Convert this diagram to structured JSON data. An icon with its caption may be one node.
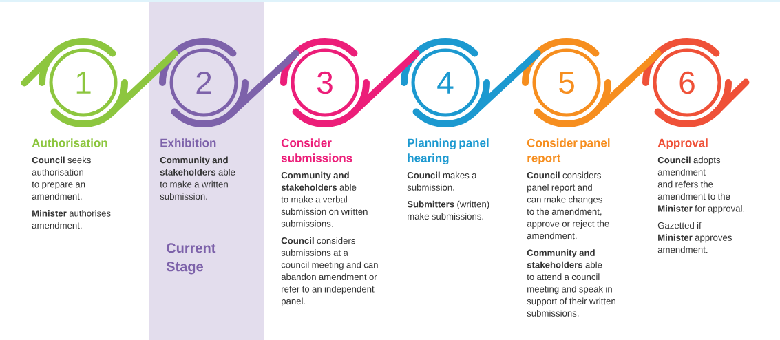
{
  "diagram": {
    "nodes": [
      {
        "text": [
          "1"
        ],
        "beside": [
          "Authorisation",
          "**Council** seeks authorisation to prepare an amendment.",
          "**Minister** authorises amendment."
        ]
      },
      {
        "text": [
          "2"
        ],
        "beside": [
          "Exhibition",
          "**Community and stakeholders** able to make a written submission."
        ]
      },
      {
        "text": [
          "3"
        ],
        "beside": [
          "Consider submissions",
          "**Community and stakeholders** able to make a verbal submission on written submissions.",
          "**Council** considers submissions at a council meeting and can abandon amendment or refer to an independent panel."
        ]
      },
      {
        "text": [
          "4"
        ],
        "beside": [
          "Planning panel hearing",
          "**Council** makes a submission.",
          "**Submitters** (written) make submissions."
        ]
      },
      {
        "text": [
          "5"
        ],
        "beside": [
          "Consider panel report",
          "**Council** considers panel report and can make changes to the amendment, approve or reject the amendment.",
          "**Community and stakeholders** able to attend a council meeting and speak in support of their written submissions."
        ]
      },
      {
        "text": [
          "6"
        ],
        "beside": [
          "Approval",
          "**Council** adopts amendment and refers the amendment to the **Minister** for approval.",
          "Gazetted if **Minister** approves amendment."
        ]
      }
    ],
    "edges": [
      {
        "from": 0,
        "to": 1,
        "arrow": "none",
        "color": "#8dc63f"
      },
      {
        "from": 1,
        "to": 2,
        "arrow": "none",
        "color": "#7d62aa"
      },
      {
        "from": 2,
        "to": 3,
        "arrow": "none",
        "color": "#ec1e79"
      },
      {
        "from": 3,
        "to": 4,
        "arrow": "none",
        "color": "#1c99d0"
      },
      {
        "from": 4,
        "to": 5,
        "arrow": "none",
        "color": "#f68e1f"
      }
    ],
    "labels": [
      "Current Stage"
    ]
  }
}
